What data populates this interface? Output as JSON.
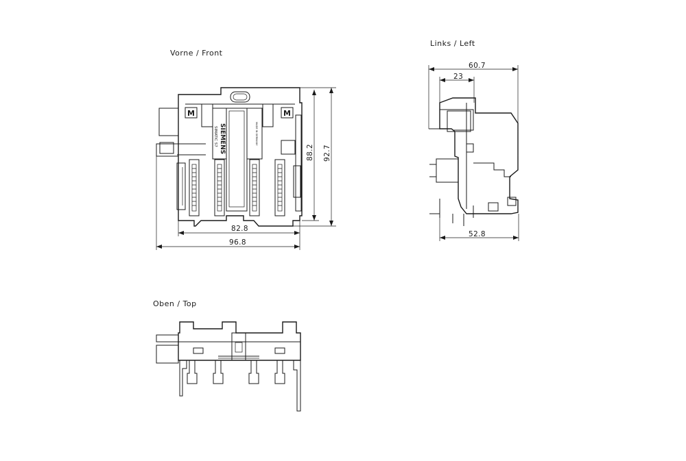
{
  "views": {
    "front": {
      "label": "Vorne  /  Front",
      "dims": {
        "inner_width": "82.8",
        "outer_width": "96.8",
        "inner_height": "88.2",
        "outer_height": "92.7"
      },
      "module_markers": {
        "left": "M",
        "right": "M"
      },
      "brand_text": "SIEMENS",
      "model_text": "SIMATIC S7",
      "origin_text": "MADE IN GERMANY"
    },
    "left": {
      "label": "Links  /  Left",
      "dims": {
        "top_width": "60.7",
        "offset": "23",
        "bottom_width": "52.8"
      }
    },
    "top": {
      "label": "Oben  /  Top"
    }
  }
}
